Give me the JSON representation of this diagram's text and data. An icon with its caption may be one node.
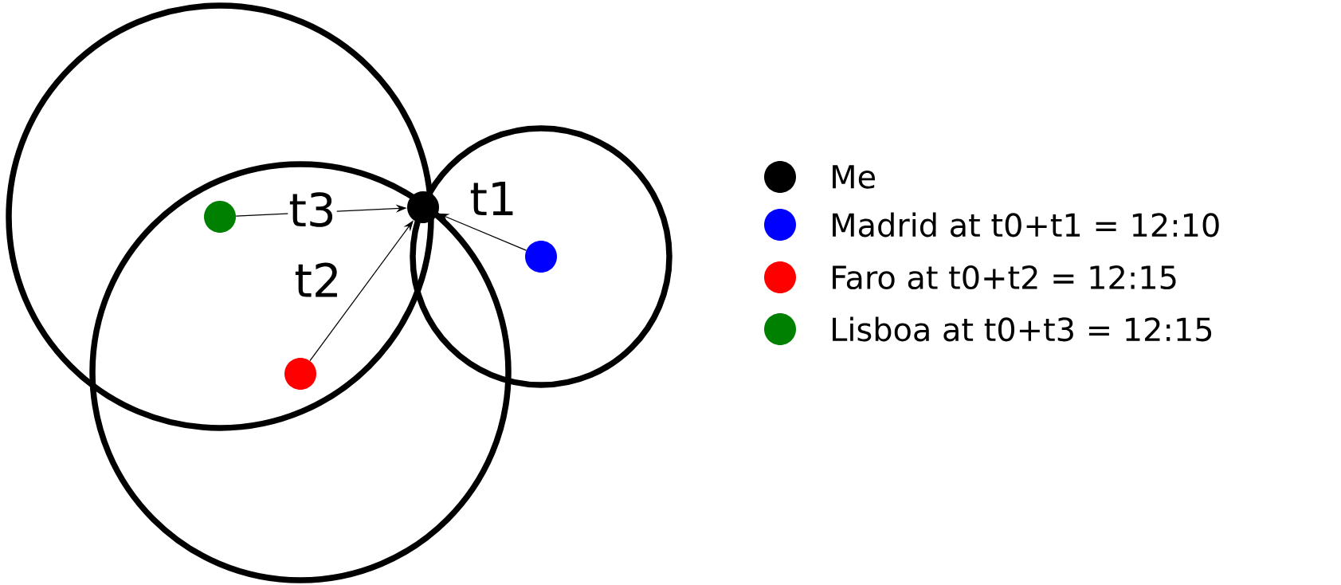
{
  "diagram": {
    "nodes": [
      {
        "text": [],
        "shape": "circle"
      },
      {
        "text": [],
        "shape": "circle"
      },
      {
        "text": [],
        "shape": "circle"
      },
      {
        "text": [],
        "shape": "circle"
      }
    ],
    "edges": [
      {
        "from": 0,
        "to": 2,
        "arrow": "to",
        "label": "t3"
      },
      {
        "from": 1,
        "to": 2,
        "arrow": "to",
        "label": "t2"
      },
      {
        "from": 3,
        "to": 2,
        "arrow": "to",
        "label": "t1"
      }
    ],
    "legend": [
      {
        "text": "Me",
        "color": "#000000"
      },
      {
        "text": "Madrid at t0+t1 = 12:10",
        "color": "#0000ff"
      },
      {
        "text": "Faro at t0+t2 = 12:15",
        "color": "#ff0000"
      },
      {
        "text": "Lisboa at t0+t3 = 12:15",
        "color": "#008000"
      }
    ]
  }
}
